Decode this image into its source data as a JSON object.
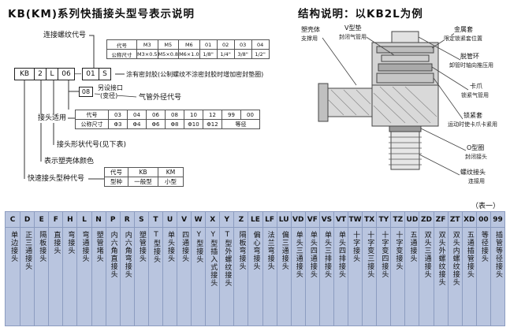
{
  "left_panel": {
    "title": "KB(KM)系列快插接头型号表示说明",
    "model_code": {
      "boxes": [
        "KB",
        "2",
        "L",
        "06",
        "—",
        "01",
        "S"
      ]
    },
    "labels": {
      "thread_code": "连接螺纹代号",
      "sealant_note": "涂有密封胶(公制螺纹不涂密封胶时增加密封垫圈)",
      "extra_port_code": "08",
      "extra_port": "另设接口",
      "extra_port_sub": "(变径)",
      "tube_od_code": "气管外径代号",
      "fitting_apply": "接头适用",
      "shape_code": "接头形状代号(见下表)",
      "shell_color": "表示塑壳体颜色",
      "series_code": "快速接头型种代号"
    },
    "thread_table": {
      "rows": [
        [
          "代号",
          "M3",
          "M5",
          "M6",
          "01",
          "02",
          "03",
          "04"
        ],
        [
          "公称尺寸",
          "M3×0.5",
          "M5×0.8",
          "M6×1.0",
          "1/8\"",
          "1/4\"",
          "3/8\"",
          "1/2\""
        ]
      ]
    },
    "tube_table": {
      "rows": [
        [
          "代号",
          "03",
          "04",
          "06",
          "08",
          "10",
          "12",
          "99",
          "00"
        ],
        [
          "公称尺寸",
          "Φ3",
          "Φ4",
          "Φ6",
          "Φ8",
          "Φ10",
          "Φ12",
          {
            "t": "等径",
            "span": 2
          }
        ]
      ]
    },
    "series_table": {
      "rows": [
        [
          "代号",
          "KB",
          "KM"
        ],
        [
          "型种",
          "一般型",
          "小型"
        ]
      ]
    }
  },
  "right_panel": {
    "title": "结构说明：以KB2L为例",
    "callouts": [
      {
        "name": "塑壳体",
        "desc": "支撑用"
      },
      {
        "name": "V型垫",
        "desc": "封闭气管用"
      },
      {
        "name": "金属套",
        "desc": "限定锁紧套位置"
      },
      {
        "name": "脱管环",
        "desc": "卸管时轴向推压用"
      },
      {
        "name": "卡爪",
        "desc": "锁紧气管用"
      },
      {
        "name": "锁紧套",
        "desc": "运动时使卡爪卡紧用"
      },
      {
        "name": "O型圈",
        "desc": "封闭接头"
      },
      {
        "name": "螺纹接头",
        "desc": "连接用"
      }
    ]
  },
  "shape_table": {
    "note": "（表一）",
    "columns": [
      "C",
      "D",
      "E",
      "F",
      "H",
      "L",
      "N",
      "P",
      "R",
      "S",
      "T",
      "U",
      "V",
      "W",
      "X",
      "Y",
      "Z",
      "LE",
      "LF",
      "LU",
      "VD",
      "VF",
      "VS",
      "VT",
      "TW",
      "TX",
      "TY",
      "TZ",
      "UD",
      "ZD",
      "ZF",
      "ZT",
      "XD",
      "00",
      "99"
    ],
    "descriptions": [
      "单边接头",
      "正三通接头",
      "隔板接头",
      "直接头",
      "弯接头",
      "弯通接头",
      "塑管堵头",
      "内六角直接头",
      "内六角弯接头",
      "塑管接头",
      "T型接头",
      "单头接头",
      "四通接头",
      "Y型接头",
      "Y型插入式接头",
      "T型外螺纹接头",
      "隔板弯接头",
      "偏心弯接头",
      "法兰弯接头",
      "偏三通接头",
      "单头三通接头",
      "单头四通接头",
      "单头三排接头",
      "单头四排接头",
      "十字接头",
      "十字变三接头",
      "十字变四接头",
      "十字变接头",
      "五通接头",
      "双头三通接头",
      "双头外螺纹接头",
      "双头内螺纹接头",
      "五通插管接头",
      "等径接头",
      "插管等径接头"
    ]
  },
  "colors": {
    "table_bg": "#b9c5df",
    "table_line": "#8c9cc0"
  }
}
